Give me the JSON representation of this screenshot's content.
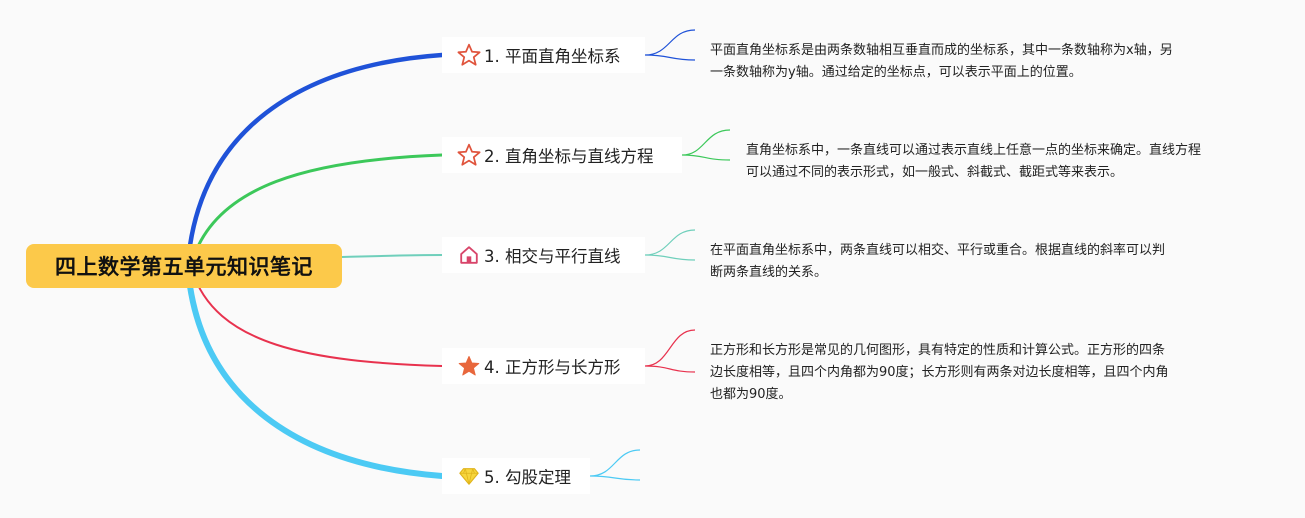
{
  "root": {
    "title": "四上数学第五单元知识笔记"
  },
  "topics": [
    {
      "label": "1. 平面直角坐标系",
      "icon": "star-outline-icon",
      "color": "#1f52d8",
      "desc": [
        "平面直角坐标系是由两条数轴相互垂直而成的坐标系，其中一条数轴称为x轴，另",
        "一条数轴称为y轴。通过给定的坐标点，可以表示平面上的位置。"
      ]
    },
    {
      "label": "2. 直角坐标与直线方程",
      "icon": "star-outline-icon",
      "color": "#3cc85a",
      "desc": [
        "直角坐标系中，一条直线可以通过表示直线上任意一点的坐标来确定。直线方程",
        "可以通过不同的表示形式，如一般式、斜截式、截距式等来表示。"
      ]
    },
    {
      "label": "3. 相交与平行直线",
      "icon": "home-icon",
      "color": "#6fcfbb",
      "desc": [
        "在平面直角坐标系中，两条直线可以相交、平行或重合。根据直线的斜率可以判",
        "断两条直线的关系。"
      ]
    },
    {
      "label": "4. 正方形与长方形",
      "icon": "star-filled-icon",
      "color": "#e8324e",
      "desc": [
        "正方形和长方形是常见的几何图形，具有特定的性质和计算公式。正方形的四条",
        "边长度相等，且四个内角都为90度；长方形则有两条对边长度相等，且四个内角",
        "也都为90度。"
      ]
    },
    {
      "label": "5. 勾股定理",
      "icon": "diamond-icon",
      "color": "#4ccaf4",
      "desc": []
    }
  ]
}
